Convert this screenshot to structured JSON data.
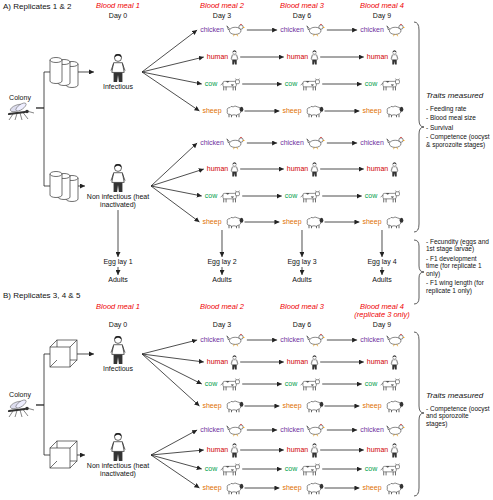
{
  "diagram": {
    "nodes": [
      {
        "text": [
          "Colony"
        ]
      },
      {
        "text": [
          "Infectious"
        ]
      },
      {
        "text": [
          "chicken"
        ]
      },
      {
        "text": [
          "chicken"
        ]
      },
      {
        "text": [
          "chicken"
        ]
      },
      {
        "text": [
          "human"
        ]
      },
      {
        "text": [
          "human"
        ]
      },
      {
        "text": [
          "human"
        ]
      },
      {
        "text": [
          "cow"
        ]
      },
      {
        "text": [
          "cow"
        ]
      },
      {
        "text": [
          "cow"
        ]
      },
      {
        "text": [
          "sheep"
        ]
      },
      {
        "text": [
          "sheep"
        ]
      },
      {
        "text": [
          "sheep"
        ]
      },
      {
        "text": [
          "Non infectious (heat inactivated)"
        ]
      },
      {
        "text": [
          "chicken"
        ]
      },
      {
        "text": [
          "chicken"
        ]
      },
      {
        "text": [
          "chicken"
        ]
      },
      {
        "text": [
          "human"
        ]
      },
      {
        "text": [
          "human"
        ]
      },
      {
        "text": [
          "human"
        ]
      },
      {
        "text": [
          "cow"
        ]
      },
      {
        "text": [
          "cow"
        ]
      },
      {
        "text": [
          "cow"
        ]
      },
      {
        "text": [
          "sheep"
        ]
      },
      {
        "text": [
          "sheep"
        ]
      },
      {
        "text": [
          "sheep"
        ]
      },
      {
        "text": [
          "Egg lay 1"
        ]
      },
      {
        "text": [
          "Egg lay 2"
        ]
      },
      {
        "text": [
          "Egg lay 3"
        ]
      },
      {
        "text": [
          "Egg lay 4"
        ]
      },
      {
        "text": [
          "Adults"
        ]
      },
      {
        "text": [
          "Adults"
        ]
      },
      {
        "text": [
          "Adults"
        ]
      },
      {
        "text": [
          "Adults"
        ]
      },
      {
        "text": [
          "Colony"
        ]
      },
      {
        "text": [
          "Infectious"
        ]
      },
      {
        "text": [
          "chicken"
        ]
      },
      {
        "text": [
          "chicken"
        ]
      },
      {
        "text": [
          "chicken"
        ]
      },
      {
        "text": [
          "human"
        ]
      },
      {
        "text": [
          "human"
        ]
      },
      {
        "text": [
          "human"
        ]
      },
      {
        "text": [
          "cow"
        ]
      },
      {
        "text": [
          "cow"
        ]
      },
      {
        "text": [
          "cow"
        ]
      },
      {
        "text": [
          "sheep"
        ]
      },
      {
        "text": [
          "sheep"
        ]
      },
      {
        "text": [
          "sheep"
        ]
      },
      {
        "text": [
          "Non infectious (heat inactivated)"
        ]
      },
      {
        "text": [
          "chicken"
        ]
      },
      {
        "text": [
          "chicken"
        ]
      },
      {
        "text": [
          "chicken"
        ]
      },
      {
        "text": [
          "human"
        ]
      },
      {
        "text": [
          "human"
        ]
      },
      {
        "text": [
          "human"
        ]
      },
      {
        "text": [
          "cow"
        ]
      },
      {
        "text": [
          "cow"
        ]
      },
      {
        "text": [
          "cow"
        ]
      },
      {
        "text": [
          "sheep"
        ]
      },
      {
        "text": [
          "sheep"
        ]
      },
      {
        "text": [
          "sheep"
        ]
      }
    ],
    "edges": [
      {
        "from": 0,
        "to": 1,
        "arrow": "to"
      },
      {
        "from": 0,
        "to": 14,
        "arrow": "to"
      },
      {
        "from": 1,
        "to": 2,
        "arrow": "to"
      },
      {
        "from": 1,
        "to": 5,
        "arrow": "to"
      },
      {
        "from": 1,
        "to": 8,
        "arrow": "to"
      },
      {
        "from": 1,
        "to": 11,
        "arrow": "to"
      },
      {
        "from": 2,
        "to": 3,
        "arrow": "to"
      },
      {
        "from": 3,
        "to": 4,
        "arrow": "to"
      },
      {
        "from": 5,
        "to": 6,
        "arrow": "to"
      },
      {
        "from": 6,
        "to": 7,
        "arrow": "to"
      },
      {
        "from": 8,
        "to": 9,
        "arrow": "to"
      },
      {
        "from": 9,
        "to": 10,
        "arrow": "to"
      },
      {
        "from": 11,
        "to": 12,
        "arrow": "to"
      },
      {
        "from": 12,
        "to": 13,
        "arrow": "to"
      },
      {
        "from": 14,
        "to": 15,
        "arrow": "to"
      },
      {
        "from": 14,
        "to": 18,
        "arrow": "to"
      },
      {
        "from": 14,
        "to": 21,
        "arrow": "to"
      },
      {
        "from": 14,
        "to": 24,
        "arrow": "to"
      },
      {
        "from": 15,
        "to": 16,
        "arrow": "to"
      },
      {
        "from": 16,
        "to": 17,
        "arrow": "to"
      },
      {
        "from": 18,
        "to": 19,
        "arrow": "to"
      },
      {
        "from": 19,
        "to": 20,
        "arrow": "to"
      },
      {
        "from": 21,
        "to": 22,
        "arrow": "to"
      },
      {
        "from": 22,
        "to": 23,
        "arrow": "to"
      },
      {
        "from": 24,
        "to": 25,
        "arrow": "to"
      },
      {
        "from": 25,
        "to": 26,
        "arrow": "to"
      },
      {
        "from": 14,
        "to": 27,
        "arrow": "to"
      },
      {
        "from": 24,
        "to": 28,
        "arrow": "to"
      },
      {
        "from": 25,
        "to": 29,
        "arrow": "to"
      },
      {
        "from": 26,
        "to": 30,
        "arrow": "to"
      },
      {
        "from": 27,
        "to": 31,
        "arrow": "to"
      },
      {
        "from": 28,
        "to": 32,
        "arrow": "to"
      },
      {
        "from": 29,
        "to": 33,
        "arrow": "to"
      },
      {
        "from": 30,
        "to": 34,
        "arrow": "to"
      },
      {
        "from": 35,
        "to": 36,
        "arrow": "to"
      },
      {
        "from": 35,
        "to": 49,
        "arrow": "to"
      },
      {
        "from": 36,
        "to": 37,
        "arrow": "to"
      },
      {
        "from": 36,
        "to": 40,
        "arrow": "to"
      },
      {
        "from": 36,
        "to": 43,
        "arrow": "to"
      },
      {
        "from": 36,
        "to": 46,
        "arrow": "to"
      },
      {
        "from": 37,
        "to": 38,
        "arrow": "to"
      },
      {
        "from": 38,
        "to": 39,
        "arrow": "to"
      },
      {
        "from": 40,
        "to": 41,
        "arrow": "to"
      },
      {
        "from": 41,
        "to": 42,
        "arrow": "to"
      },
      {
        "from": 43,
        "to": 44,
        "arrow": "to"
      },
      {
        "from": 44,
        "to": 45,
        "arrow": "to"
      },
      {
        "from": 46,
        "to": 47,
        "arrow": "to"
      },
      {
        "from": 47,
        "to": 48,
        "arrow": "to"
      },
      {
        "from": 49,
        "to": 50,
        "arrow": "to"
      },
      {
        "from": 49,
        "to": 53,
        "arrow": "to"
      },
      {
        "from": 49,
        "to": 56,
        "arrow": "to"
      },
      {
        "from": 49,
        "to": 59,
        "arrow": "to"
      },
      {
        "from": 50,
        "to": 51,
        "arrow": "to"
      },
      {
        "from": 51,
        "to": 52,
        "arrow": "to"
      },
      {
        "from": 53,
        "to": 54,
        "arrow": "to"
      },
      {
        "from": 54,
        "to": 55,
        "arrow": "to"
      },
      {
        "from": 56,
        "to": 57,
        "arrow": "to"
      },
      {
        "from": 57,
        "to": 58,
        "arrow": "to"
      },
      {
        "from": 59,
        "to": 60,
        "arrow": "to"
      },
      {
        "from": 60,
        "to": 61,
        "arrow": "to"
      }
    ],
    "labels": [
      "A) Replicates 1 & 2",
      "Blood meal 1",
      "Blood meal 2",
      "Blood meal 3",
      "Blood meal 4",
      "Day 0",
      "Day 3",
      "Day 6",
      "Day 9",
      "Traits measured",
      "- Feeding rate",
      "- Blood meal size",
      "- Survival",
      "- Competence (oocyst & sporozoite stages)",
      "- Fecundity (eggs and 1st stage larvae)",
      "- F1 development time (for replicate 1 only)",
      "- F1 wing length (for replicate 1 only)",
      "B) Replicates 3, 4 & 5",
      "Blood meal 1",
      "Blood meal 2",
      "Blood meal 3",
      "Blood meal 4 (replicate 3 only)",
      "Day 0",
      "Day 3",
      "Day 6",
      "Day 9",
      "Traits measured",
      "- Competence (oocyst and sporozoite stages)"
    ]
  }
}
